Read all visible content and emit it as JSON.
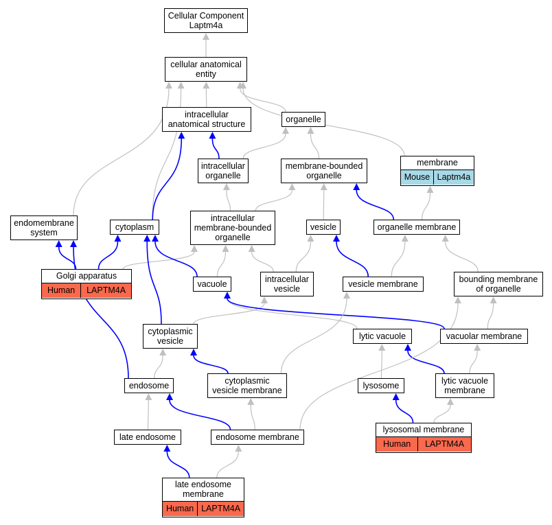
{
  "graph": {
    "colors": {
      "isa": "#c0c0c0",
      "partof": "#0000ff",
      "human": "#f9694d",
      "mouse": "#a7d9e7"
    },
    "nodes": [
      {
        "id": "root",
        "label": "Cellular Component\nLaptm4a"
      },
      {
        "id": "cae",
        "label": "cellular anatomical\nentity"
      },
      {
        "id": "ias",
        "label": "intracellular\nanatomical structure"
      },
      {
        "id": "organelle",
        "label": "organelle"
      },
      {
        "id": "membrane",
        "label": "membrane",
        "tags": [
          {
            "species": "Mouse",
            "gene": "Laptm4a",
            "kind": "mouse"
          }
        ]
      },
      {
        "id": "io",
        "label": "intracellular\norganelle"
      },
      {
        "id": "mbo",
        "label": "membrane-bounded\norganelle"
      },
      {
        "id": "ems",
        "label": "endomembrane\nsystem"
      },
      {
        "id": "cytoplasm",
        "label": "cytoplasm"
      },
      {
        "id": "imbo",
        "label": "intracellular\nmembrane-bounded\norganelle"
      },
      {
        "id": "vesicle",
        "label": "vesicle"
      },
      {
        "id": "om",
        "label": "organelle membrane"
      },
      {
        "id": "golgi",
        "label": "Golgi apparatus",
        "tags": [
          {
            "species": "Human",
            "gene": "LAPTM4A",
            "kind": "human"
          }
        ]
      },
      {
        "id": "vacuole",
        "label": "vacuole"
      },
      {
        "id": "iv",
        "label": "intracellular\nvesicle"
      },
      {
        "id": "vm",
        "label": "vesicle membrane"
      },
      {
        "id": "bmo",
        "label": "bounding membrane\nof organelle"
      },
      {
        "id": "cv",
        "label": "cytoplasmic\nvesicle"
      },
      {
        "id": "lv",
        "label": "lytic vacuole"
      },
      {
        "id": "vacm",
        "label": "vacuolar membrane"
      },
      {
        "id": "endosome",
        "label": "endosome"
      },
      {
        "id": "cvm",
        "label": "cytoplasmic\nvesicle membrane"
      },
      {
        "id": "lysosome",
        "label": "lysosome"
      },
      {
        "id": "lvm",
        "label": "lytic vacuole\nmembrane"
      },
      {
        "id": "le",
        "label": "late endosome"
      },
      {
        "id": "em",
        "label": "endosome membrane"
      },
      {
        "id": "lm",
        "label": "lysosomal membrane",
        "tags": [
          {
            "species": "Human",
            "gene": "LAPTM4A",
            "kind": "human"
          }
        ]
      },
      {
        "id": "lem",
        "label": "late endosome\nmembrane",
        "tags": [
          {
            "species": "Human",
            "gene": "LAPTM4A",
            "kind": "human"
          }
        ]
      }
    ],
    "edges": [
      {
        "from": "cae",
        "to": "root",
        "type": "isa"
      },
      {
        "from": "ias",
        "to": "cae",
        "type": "isa"
      },
      {
        "from": "organelle",
        "to": "cae",
        "type": "isa"
      },
      {
        "from": "membrane",
        "to": "cae",
        "type": "isa"
      },
      {
        "from": "ems",
        "to": "cae",
        "type": "isa"
      },
      {
        "from": "cytoplasm",
        "to": "cae",
        "type": "isa"
      },
      {
        "from": "io",
        "to": "ias",
        "type": "partof"
      },
      {
        "from": "io",
        "to": "organelle",
        "type": "isa"
      },
      {
        "from": "mbo",
        "to": "organelle",
        "type": "isa"
      },
      {
        "from": "cytoplasm",
        "to": "ias",
        "type": "partof"
      },
      {
        "from": "imbo",
        "to": "io",
        "type": "isa"
      },
      {
        "from": "imbo",
        "to": "mbo",
        "type": "isa"
      },
      {
        "from": "vesicle",
        "to": "mbo",
        "type": "isa"
      },
      {
        "from": "om",
        "to": "mbo",
        "type": "partof"
      },
      {
        "from": "om",
        "to": "membrane",
        "type": "isa"
      },
      {
        "from": "golgi",
        "to": "ems",
        "type": "partof"
      },
      {
        "from": "golgi",
        "to": "cytoplasm",
        "type": "partof"
      },
      {
        "from": "golgi",
        "to": "imbo",
        "type": "isa"
      },
      {
        "from": "vacuole",
        "to": "imbo",
        "type": "isa"
      },
      {
        "from": "vacuole",
        "to": "cytoplasm",
        "type": "partof"
      },
      {
        "from": "iv",
        "to": "imbo",
        "type": "isa"
      },
      {
        "from": "iv",
        "to": "vesicle",
        "type": "isa"
      },
      {
        "from": "vm",
        "to": "vesicle",
        "type": "partof"
      },
      {
        "from": "vm",
        "to": "om",
        "type": "isa"
      },
      {
        "from": "bmo",
        "to": "om",
        "type": "isa"
      },
      {
        "from": "cv",
        "to": "cytoplasm",
        "type": "partof"
      },
      {
        "from": "cv",
        "to": "iv",
        "type": "isa"
      },
      {
        "from": "lv",
        "to": "vacuole",
        "type": "isa"
      },
      {
        "from": "vacm",
        "to": "vacuole",
        "type": "partof"
      },
      {
        "from": "vacm",
        "to": "bmo",
        "type": "isa"
      },
      {
        "from": "endosome",
        "to": "cv",
        "type": "isa"
      },
      {
        "from": "endosome",
        "to": "ems",
        "type": "partof"
      },
      {
        "from": "cvm",
        "to": "cv",
        "type": "partof"
      },
      {
        "from": "cvm",
        "to": "vm",
        "type": "isa"
      },
      {
        "from": "lysosome",
        "to": "lv",
        "type": "isa"
      },
      {
        "from": "lvm",
        "to": "lv",
        "type": "partof"
      },
      {
        "from": "lvm",
        "to": "vacm",
        "type": "isa"
      },
      {
        "from": "le",
        "to": "endosome",
        "type": "isa"
      },
      {
        "from": "em",
        "to": "endosome",
        "type": "partof"
      },
      {
        "from": "em",
        "to": "cvm",
        "type": "isa"
      },
      {
        "from": "em",
        "to": "bmo",
        "type": "isa"
      },
      {
        "from": "lm",
        "to": "lysosome",
        "type": "partof"
      },
      {
        "from": "lm",
        "to": "lvm",
        "type": "isa"
      },
      {
        "from": "lem",
        "to": "le",
        "type": "partof"
      },
      {
        "from": "lem",
        "to": "em",
        "type": "isa"
      }
    ]
  }
}
